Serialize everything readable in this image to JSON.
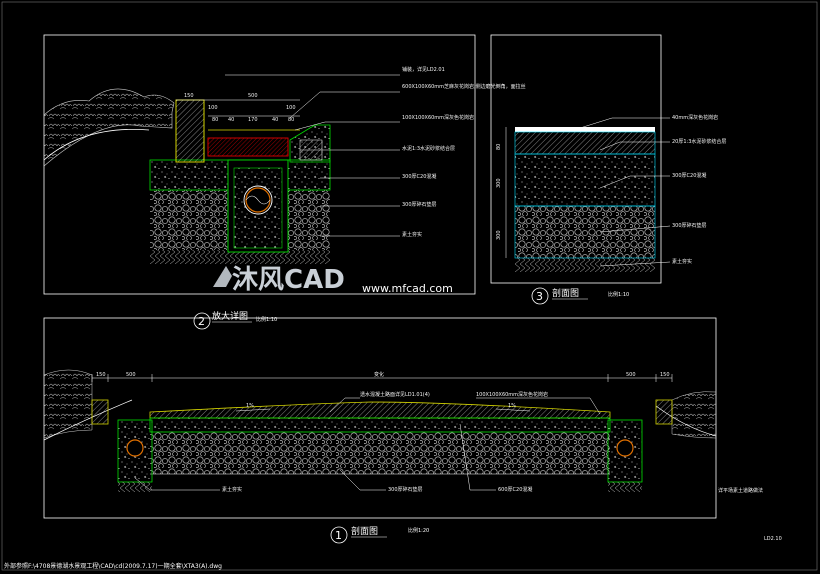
{
  "detail2": {
    "title": "放大详图",
    "number": "2",
    "scale": "比例1:10",
    "dims": [
      "500",
      "150",
      "100",
      "100",
      "80",
      "40",
      "170",
      "40",
      "80"
    ],
    "notes": [
      "铺装，详见LD2.01",
      "600X100X60mm芝麻灰花岗岩,侧边磨光倒角，面拉丝",
      "100X100X60mm深灰色花岗岩",
      "水泥1:3水泥砂浆结合层",
      "300厚C20混凝",
      "300厚碎石垫层",
      "素土夯实"
    ]
  },
  "detail3": {
    "title": "剖面图",
    "number": "3",
    "scale": "比例1:10",
    "dims": [
      "80",
      "300",
      "300"
    ],
    "notes": [
      "40mm深灰色花岗岩",
      "20厚1:3水泥砂浆结合层",
      "300厚C20混凝",
      "300厚碎石垫层",
      "素土夯实"
    ]
  },
  "detail1": {
    "title": "剖面图",
    "number": "1",
    "scale": "比例1:20",
    "dims": [
      "150",
      "500",
      "变化",
      "500",
      "150"
    ],
    "slopes": [
      "1%",
      "1%"
    ],
    "notes": [
      "透水混凝土路面详见LD1.01(4)",
      "100X100X60mm深灰色花岗岩",
      "素土夯实",
      "300厚碎石垫层",
      "600厚C20混凝",
      "详平场素土道路做法"
    ]
  },
  "watermark": {
    "brand": "沐风CAD",
    "url": "www.mfcad.com"
  },
  "footer": {
    "path": "外部参照F:\\4708景德湖水景观工程\\CAD\\cd(2009.7.17)一期全套\\XTA3(A).dwg",
    "sheet": "LD2.10"
  },
  "colors": {
    "background": "#000000",
    "frame": "#ffffff",
    "concrete_outline": "#00e000",
    "granite": "#d4d400",
    "accent_red": "#e00000",
    "cyan": "#00e0ff"
  }
}
